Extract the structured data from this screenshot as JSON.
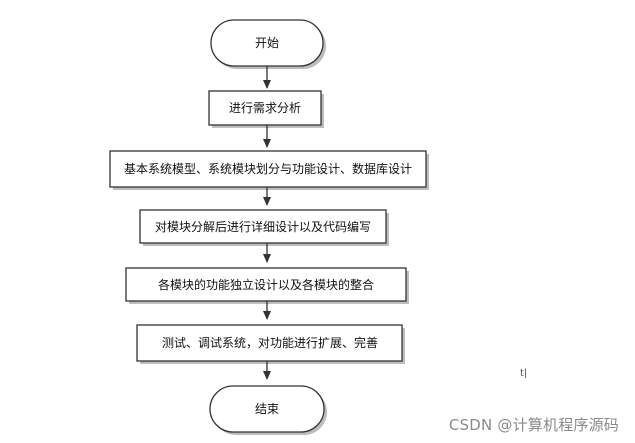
{
  "flowchart": {
    "start": "开始",
    "steps": [
      "进行需求分析",
      "基本系统模型、系统模块划分与功能设计、数据库设计",
      "对模块分解后进行详细设计以及代码编写",
      "各模块的功能独立设计以及各模块的整合",
      "测试、调试系统，对功能进行扩展、完善"
    ],
    "end": "结束"
  },
  "watermark": "CSDN @计算机程序源码",
  "stray_mark": "t|",
  "colors": {
    "stroke": "#333333",
    "box_fill": "#ffffff",
    "shadow": "#bdbdbd",
    "watermark": "#8a8a8a"
  }
}
